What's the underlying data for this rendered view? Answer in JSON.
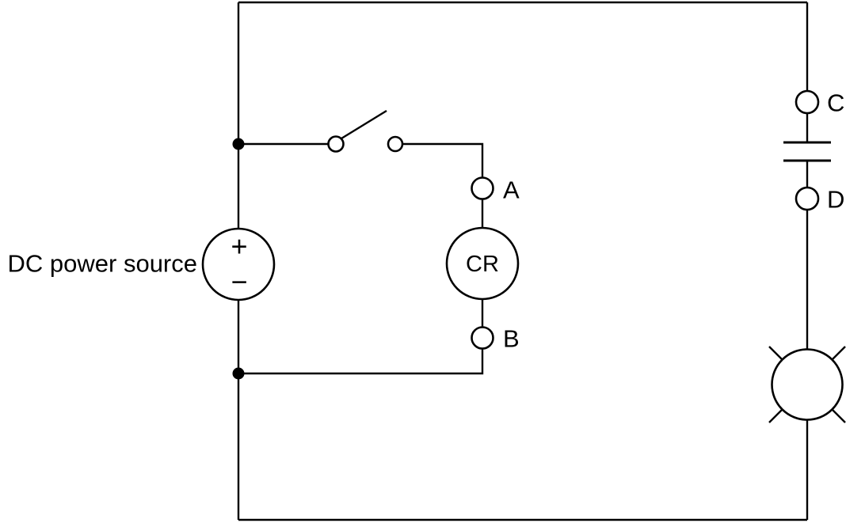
{
  "colors": {
    "background": "#ffffff",
    "line": "#000000"
  },
  "diagram": {
    "power_source": {
      "label": "DC power source",
      "plus": "+",
      "minus": "−"
    },
    "relay_coil": {
      "label": "CR",
      "terminals": {
        "top": "A",
        "bottom": "B"
      }
    },
    "contact": {
      "terminals": {
        "top": "C",
        "bottom": "D"
      }
    }
  }
}
